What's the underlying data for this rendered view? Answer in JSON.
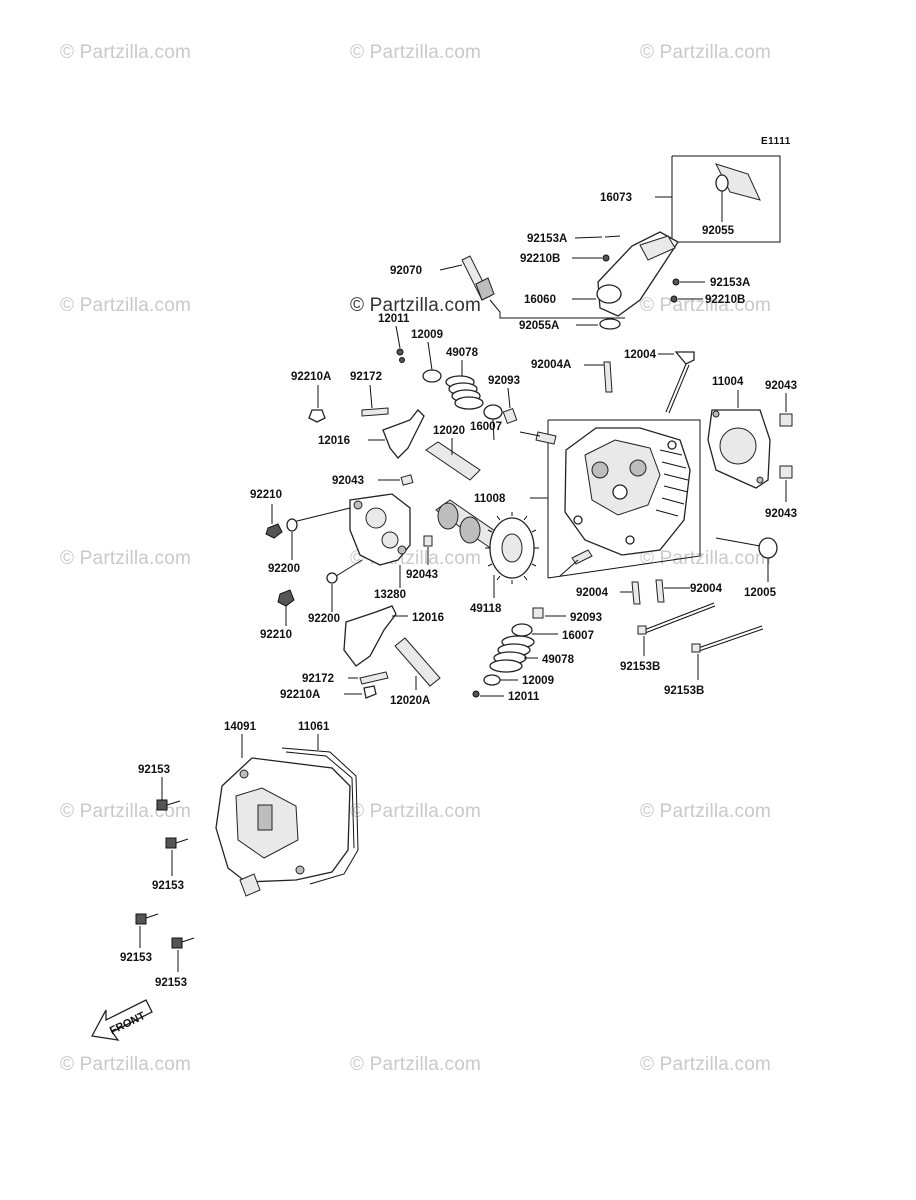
{
  "watermark": "© Partzilla.com",
  "diagram_id": "E1111",
  "front_label": "FRONT",
  "parts": {
    "p16073": "16073",
    "p92055": "92055",
    "p92153A_1": "92153A",
    "p92210B_1": "92210B",
    "p92070": "92070",
    "p92153A_2": "92153A",
    "p16060": "16060",
    "p92210B_2": "92210B",
    "p12011_1": "12011",
    "p92055A": "92055A",
    "p12009_1": "12009",
    "p49078_1": "49078",
    "p92004A": "92004A",
    "p12004": "12004",
    "p92210A_1": "92210A",
    "p92172_1": "92172",
    "p92093_1": "92093",
    "p11004": "11004",
    "p92043_1": "92043",
    "p12016_1": "12016",
    "p12020": "12020",
    "p16007_1": "16007",
    "p92043_2": "92043",
    "p11008": "11008",
    "p92210_1": "92210",
    "p92043_3": "92043",
    "p92200_1": "92200",
    "p92043_4": "92043",
    "p13280": "13280",
    "p49118": "49118",
    "p12005": "12005",
    "p92004_1": "92004",
    "p92004_2": "92004",
    "p92200_2": "92200",
    "p12016_2": "12016",
    "p92093_2": "92093",
    "p92210_2": "92210",
    "p16007_2": "16007",
    "p92153B_1": "92153B",
    "p49078_2": "49078",
    "p92153B_2": "92153B",
    "p92172_2": "92172",
    "p12009_2": "12009",
    "p92210A_2": "92210A",
    "p12020A": "12020A",
    "p12011_2": "12011",
    "p14091": "14091",
    "p11061": "11061",
    "p92153_1": "92153",
    "p92153_2": "92153",
    "p92153_3": "92153",
    "p92153_4": "92153"
  }
}
